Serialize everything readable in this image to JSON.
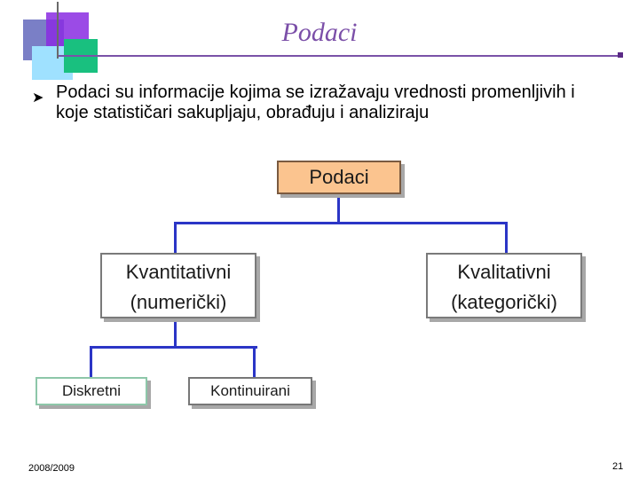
{
  "title": "Podaci",
  "bullet": {
    "icon": "arrowhead-bullet-icon",
    "text": "Podaci su informacije kojima se izražavaju vrednosti promenljivih i koje statističari sakupljaju, obrađuju i analiziraju"
  },
  "diagram": {
    "root": "Podaci",
    "quantitative": {
      "label": "Kvantitativni",
      "sub": "(numerički)"
    },
    "qualitative": {
      "label": "Kvalitativni",
      "sub": "(kategorički)"
    },
    "discrete": "Diskretni",
    "continuous": "Kontinuirani"
  },
  "footer": {
    "year": "2008/2009",
    "page": "21"
  },
  "colors": {
    "title": "#7b4fa8",
    "connector": "#2b35c6",
    "root_box": "#fbc48f"
  }
}
